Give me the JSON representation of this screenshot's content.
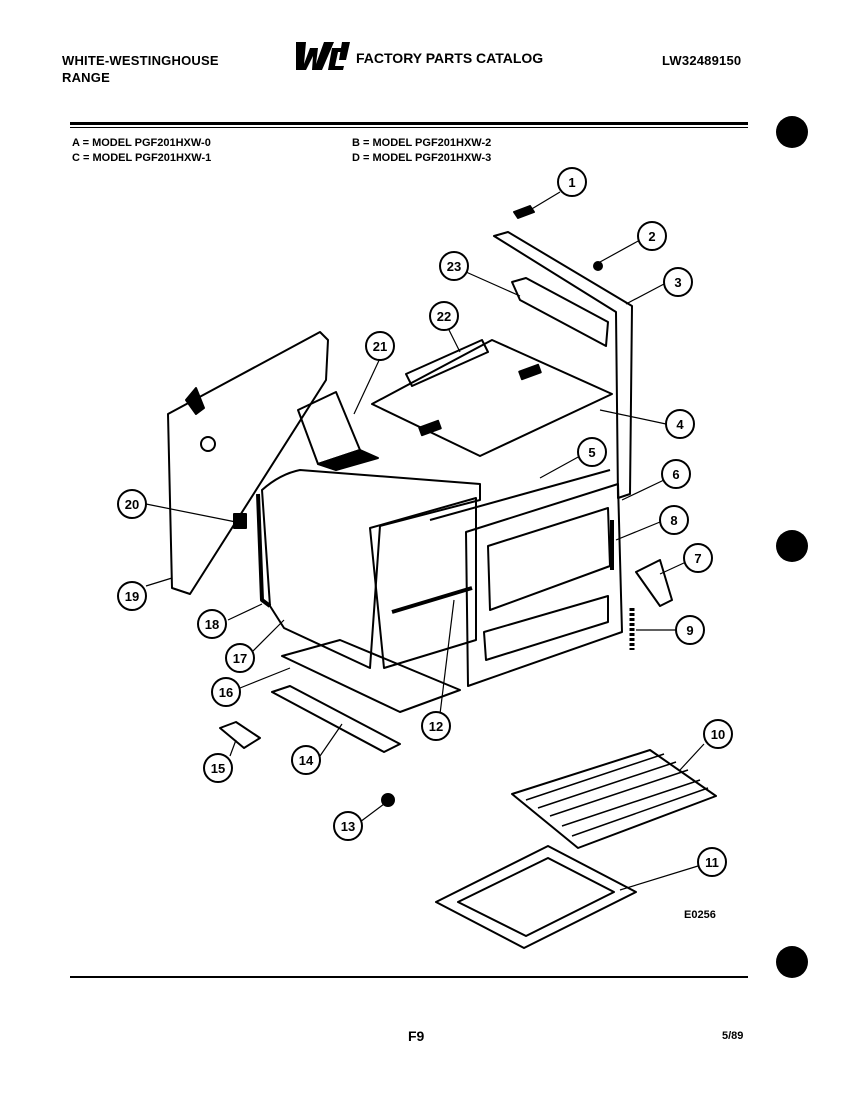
{
  "header": {
    "brand_line1": "WHITE-WESTINGHOUSE",
    "brand_line2": "RANGE",
    "logo_text": "WCI",
    "catalog_title": "FACTORY PARTS CATALOG",
    "catalog_number": "LW32489150"
  },
  "models": {
    "a": "A = MODEL PGF201HXW-0",
    "b": "B = MODEL PGF201HXW-2",
    "c": "C = MODEL PGF201HXW-1",
    "d": "D = MODEL PGF201HXW-3"
  },
  "callouts": [
    "1",
    "2",
    "3",
    "4",
    "5",
    "6",
    "7",
    "8",
    "9",
    "10",
    "11",
    "12",
    "13",
    "14",
    "15",
    "16",
    "17",
    "18",
    "19",
    "20",
    "21",
    "22",
    "23"
  ],
  "diagram_code": "E0256",
  "footer": {
    "page": "F9",
    "date": "5/89"
  }
}
